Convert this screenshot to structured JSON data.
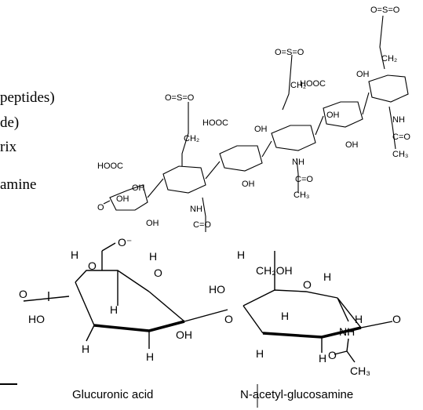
{
  "left_text": [
    "peptides)",
    "de)",
    "rix",
    "amine"
  ],
  "top_structure": {
    "sulfate_label": "O=S=O",
    "labels": [
      "OH",
      "HOOC",
      "CH₂",
      "NH",
      "C=O",
      "CH₃",
      "O"
    ]
  },
  "bottom_structure": {
    "atoms": {
      "h": "H",
      "o": "O",
      "o_minus": "O⁻",
      "ho": "HO",
      "oh": "OH",
      "ch2oh": "CH₂OH",
      "nh": "NH",
      "ch3": "CH₃"
    },
    "captions": {
      "left": "Glucuronic acid",
      "right": "N-acetyl-glucosamine"
    }
  }
}
